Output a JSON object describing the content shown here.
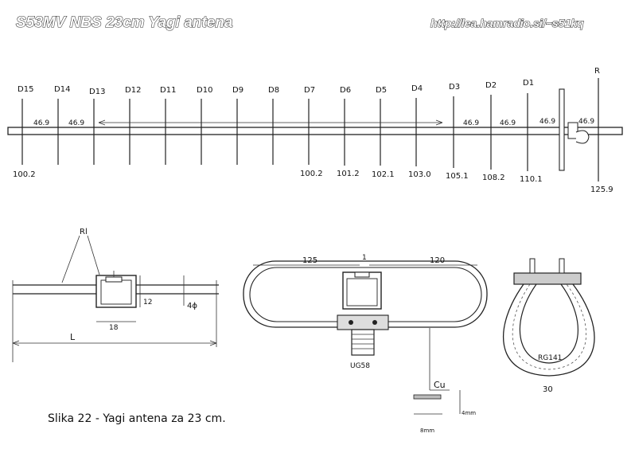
{
  "header": {
    "title": "S53MV  NBS 23cm Yagi antena",
    "url": "http://lea.hamradio.si/~s51kq"
  },
  "antenna": {
    "element_labels": [
      "D15",
      "D14",
      "D13",
      "D12",
      "D11",
      "D10",
      "D9",
      "D8",
      "D7",
      "D6",
      "D5",
      "D4",
      "D3",
      "D2",
      "D1",
      "R"
    ],
    "spacings": [
      "46.9",
      "46.9",
      "46.9",
      "46.9",
      "46.9",
      "46.9"
    ],
    "lengths": [
      "100.2",
      "100.2",
      "101.2",
      "102.1",
      "103.0",
      "105.1",
      "108.2",
      "110.1",
      "125.9"
    ]
  },
  "detail_mount": {
    "label_rl": "Rl",
    "dim_12": "12",
    "dim_18": "18",
    "dim_phi": "4ϕ",
    "dim_L": "L"
  },
  "detail_dipole": {
    "dim_125a": "125",
    "dim_1": "1",
    "dim_120": "120",
    "connector": "UG58",
    "cu_label": "Cu",
    "dim_4mm": "4mm",
    "dim_8mm": "8mm"
  },
  "detail_balun": {
    "cable": "RG141",
    "dim_30": "30"
  },
  "caption": "Slika 22 - Yagi  antena  za  23  cm."
}
